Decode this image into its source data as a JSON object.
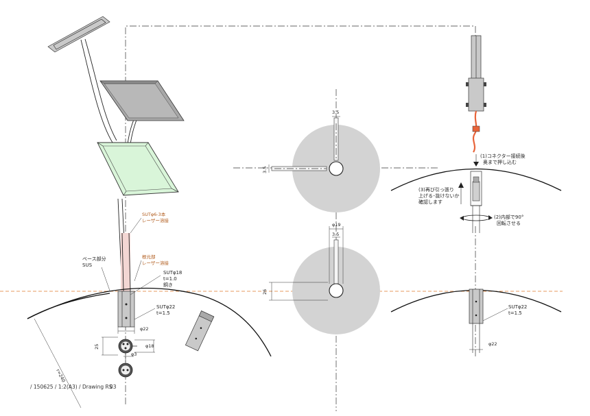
{
  "labels": {
    "sut_weld_top": "SUTφ6-3本",
    "sut_weld_top2": "レーザー溶接",
    "root_weld": "根元部",
    "root_weld2": "レーザー溶接",
    "base_part": "ベース部分",
    "base_material": "SUS",
    "sut18": "SUTφ18",
    "sut18_t": "t=1.0",
    "sut18_note": "銅き",
    "sut22_left": "SUTφ22",
    "sut22_left_t": "t=1.5",
    "sut22_right": "SUTφ22",
    "sut22_right_t": "t=1.5",
    "dim_phi22_left": "φ22",
    "dim_phi22_right": "φ22",
    "dim_phi18": "φ18",
    "dim_phi3": "φ3",
    "dim_25": "25",
    "dim_r240": "r=240",
    "dim_3_5_top": "3.5",
    "dim_3_5_side": "3.5",
    "dim_phi19": "φ19",
    "dim_3_5_mid": "3.5",
    "dim_26": "26",
    "step1": "(1)コネクター接続後",
    "step1b": "奥まで押し込む",
    "step2": "(2)内部で90°",
    "step2b": "回転させる",
    "step3": "(3)再び引っ張り",
    "step3b": "上げる･抜けないか",
    "step3c": "確認します"
  },
  "footer": {
    "info": "/ 150625 / 1:2(A3) / Drawing RS",
    "sheet": "03"
  },
  "colors": {
    "panel_green": "#d9f5d9",
    "panel_gray": "#a8a8a8",
    "highlight_pink": "#f3d6d3",
    "cable_orange": "#e8643a",
    "ground_line": "#e07a2a",
    "disc_gray": "#d3d3d3"
  }
}
